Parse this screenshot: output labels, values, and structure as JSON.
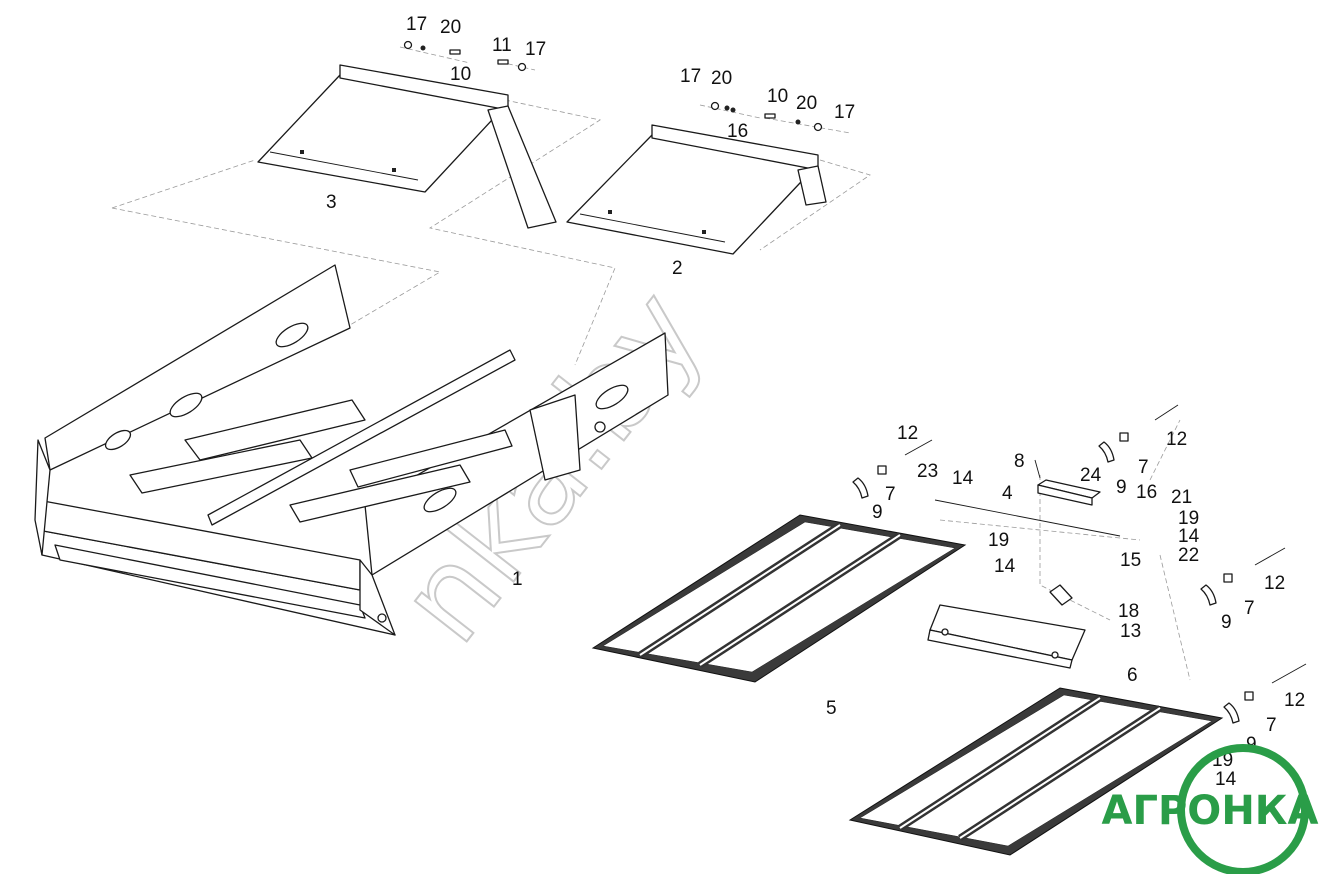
{
  "watermark": "nka.by",
  "logo": {
    "text": "АГРОНКА",
    "color": "#2a9d48"
  },
  "parts": {
    "frame": "1",
    "rear_panel": "2",
    "front_panel": "3",
    "rod": "4",
    "grate": "5",
    "bracket": "6",
    "clamp": "7",
    "pin": "8",
    "shoe": "9",
    "bolt": "10",
    "screw": "11",
    "stud": "12",
    "washer_a": "13",
    "nut": "14",
    "nut_b": "15",
    "lock_nut": "16",
    "washer": "17",
    "plate": "18",
    "spring_washer": "19",
    "lock_washer": "20",
    "pin_b": "21",
    "cotter": "22",
    "bolt_b": "23",
    "housing": "24"
  }
}
